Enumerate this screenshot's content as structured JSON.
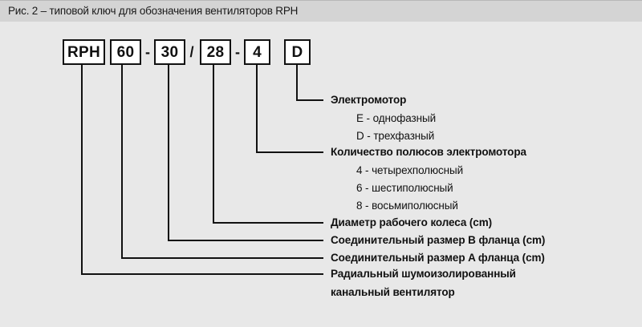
{
  "header": {
    "title": "Рис. 2 – типовой ключ для обозначения вентиляторов RPH"
  },
  "code_string": {
    "segments": [
      {
        "type": "box",
        "text": "RPH",
        "name": "code-box-rph"
      },
      {
        "type": "box",
        "text": "60",
        "name": "code-box-60"
      },
      {
        "type": "sep",
        "text": "-",
        "name": "separator-dash-1"
      },
      {
        "type": "box",
        "text": "30",
        "name": "code-box-30"
      },
      {
        "type": "sep",
        "text": "/",
        "name": "separator-slash"
      },
      {
        "type": "box",
        "text": "28",
        "name": "code-box-28"
      },
      {
        "type": "sep",
        "text": "-",
        "name": "separator-dash-2"
      },
      {
        "type": "box",
        "text": "4",
        "name": "code-box-4"
      },
      {
        "type": "box",
        "text": "D",
        "name": "code-box-d"
      }
    ]
  },
  "legend": {
    "motor_type": {
      "title": "Электромотор",
      "options": [
        "E - однофазный",
        "D - трехфазный"
      ]
    },
    "pole_count": {
      "title": "Количество полюсов электромотора",
      "options": [
        "4 - четырехполюсный",
        "6 - шестиполюсный",
        "8 - восьмиполюсный"
      ]
    },
    "impeller_diameter": {
      "title": "Диаметр рабочего колеса (cm)"
    },
    "flange_b": {
      "title": "Соединительный размер B фланца (cm)"
    },
    "flange_a": {
      "title": "Соединительный размер A фланца (cm)"
    },
    "product_type": {
      "title_line1": "Радиальный шумоизолированный",
      "title_line2": "канальный вентилятор"
    }
  },
  "colors": {
    "background": "#e8e8e8",
    "header_background": "#d4d4d4",
    "line": "#111111",
    "box_fill": "#ffffff",
    "text": "#111111"
  }
}
